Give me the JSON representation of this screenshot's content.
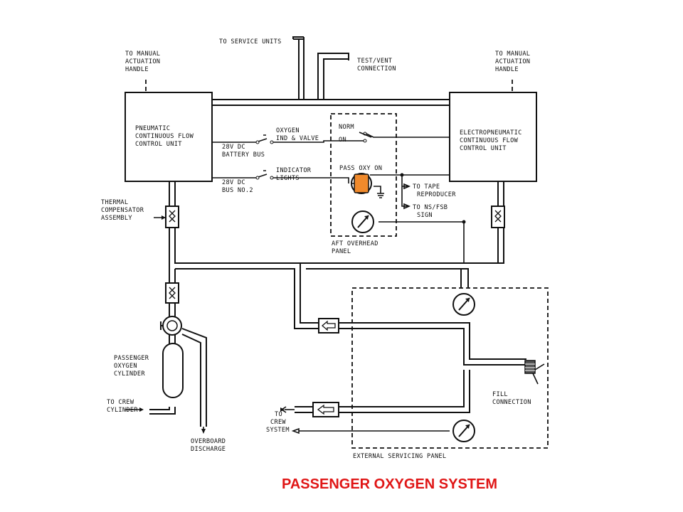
{
  "title": "PASSENGER OXYGEN SYSTEM",
  "colors": {
    "title": "#e01616",
    "indicator_light": "#f08a2c",
    "line": "#111111"
  },
  "labels": {
    "to_service_units": "TO SERVICE UNITS",
    "test_vent": [
      "TEST/VENT",
      "CONNECTION"
    ],
    "manual_left": [
      "TO MANUAL",
      "ACTUATION",
      "HANDLE"
    ],
    "manual_right": [
      "TO MANUAL",
      "ACTUATION",
      "HANDLE"
    ],
    "pneumatic_unit": [
      "PNEUMATIC",
      "CONTINUOUS FLOW",
      "CONTROL UNIT"
    ],
    "electro_unit": [
      "ELECTROPNEUMATIC",
      "CONTINUOUS FLOW",
      "CONTROL UNIT"
    ],
    "battery_bus": [
      "28V DC",
      "BATTERY BUS"
    ],
    "oxygen_ind_valve": [
      "OXYGEN",
      "IND & VALVE"
    ],
    "bus_no2": [
      "28V DC",
      "BUS NO.2"
    ],
    "indicator_lights": [
      "INDICATOR",
      "LIGHTS"
    ],
    "norm": "NORM",
    "on": "ON",
    "pass_oxy_on": "PASS OXY ON",
    "to_tape": [
      "TO TAPE",
      "REPRODUCER"
    ],
    "to_ns_fsb": [
      "TO NS/FSB",
      "SIGN"
    ],
    "aft_panel": [
      "AFT OVERHEAD",
      "PANEL"
    ],
    "thermal": [
      "THERMAL",
      "COMPENSATOR",
      "ASSEMBLY"
    ],
    "cylinder": [
      "PASSENGER",
      "OXYGEN",
      "CYLINDER"
    ],
    "to_crew_cylinder": [
      "TO CREW",
      "CYLINDER"
    ],
    "overboard": [
      "OVERBOARD",
      "DISCHARGE"
    ],
    "to_crew_system": [
      "TO",
      "CREW",
      "SYSTEM"
    ],
    "fill_connection": [
      "FILL",
      "CONNECTION"
    ],
    "external_panel": "EXTERNAL SERVICING PANEL"
  },
  "icons": [
    "check-valve-icon",
    "pressure-gauge-icon",
    "indicator-light-icon",
    "toggle-switch-icon",
    "ground-icon",
    "filter-icon"
  ]
}
